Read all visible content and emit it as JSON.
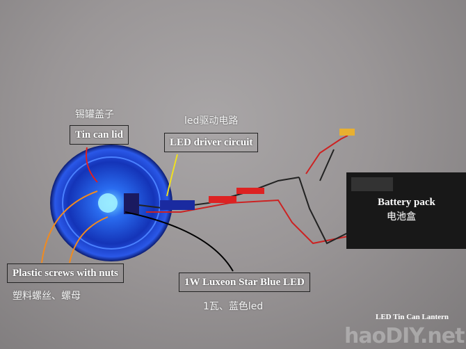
{
  "labels": {
    "tin_can_lid_cn": "锡罐盖子",
    "tin_can_lid": "Tin can lid",
    "led_driver_cn": "led驱动电路",
    "led_driver": "LED driver circuit",
    "battery_pack": "Battery pack",
    "battery_pack_cn": "电池盒",
    "plastic_screws": "Plastic screws with nuts",
    "plastic_screws_cn": "塑料螺丝、螺母",
    "led": "1W Luxeon Star Blue LED",
    "led_cn": "1瓦、蓝色led"
  },
  "watermark": {
    "logo": "haoDIY.net",
    "caption": "LED Tin Can Lantern"
  },
  "colors": {
    "lid_blue": "#1a3fd0",
    "arrow_red": "#e02020",
    "arrow_yellow": "#f0e020",
    "arrow_orange": "#f08a20",
    "arrow_black": "#000000"
  }
}
